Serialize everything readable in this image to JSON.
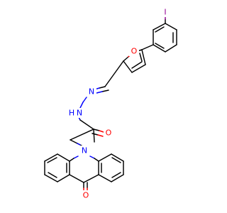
{
  "molecule": {
    "atoms": {
      "iodine": "I",
      "furan_oxygen": "O",
      "imine_nitrogen": "N",
      "amide_nitrogen": "N",
      "amide_hydrogen": "H",
      "carbonyl_oxygen": "O",
      "acridine_nitrogen": "N",
      "acridone_oxygen": "O"
    },
    "colors": {
      "carbon_bond": "#000000",
      "nitrogen": "#0000ff",
      "oxygen": "#ff0000",
      "iodine": "#940094"
    }
  }
}
